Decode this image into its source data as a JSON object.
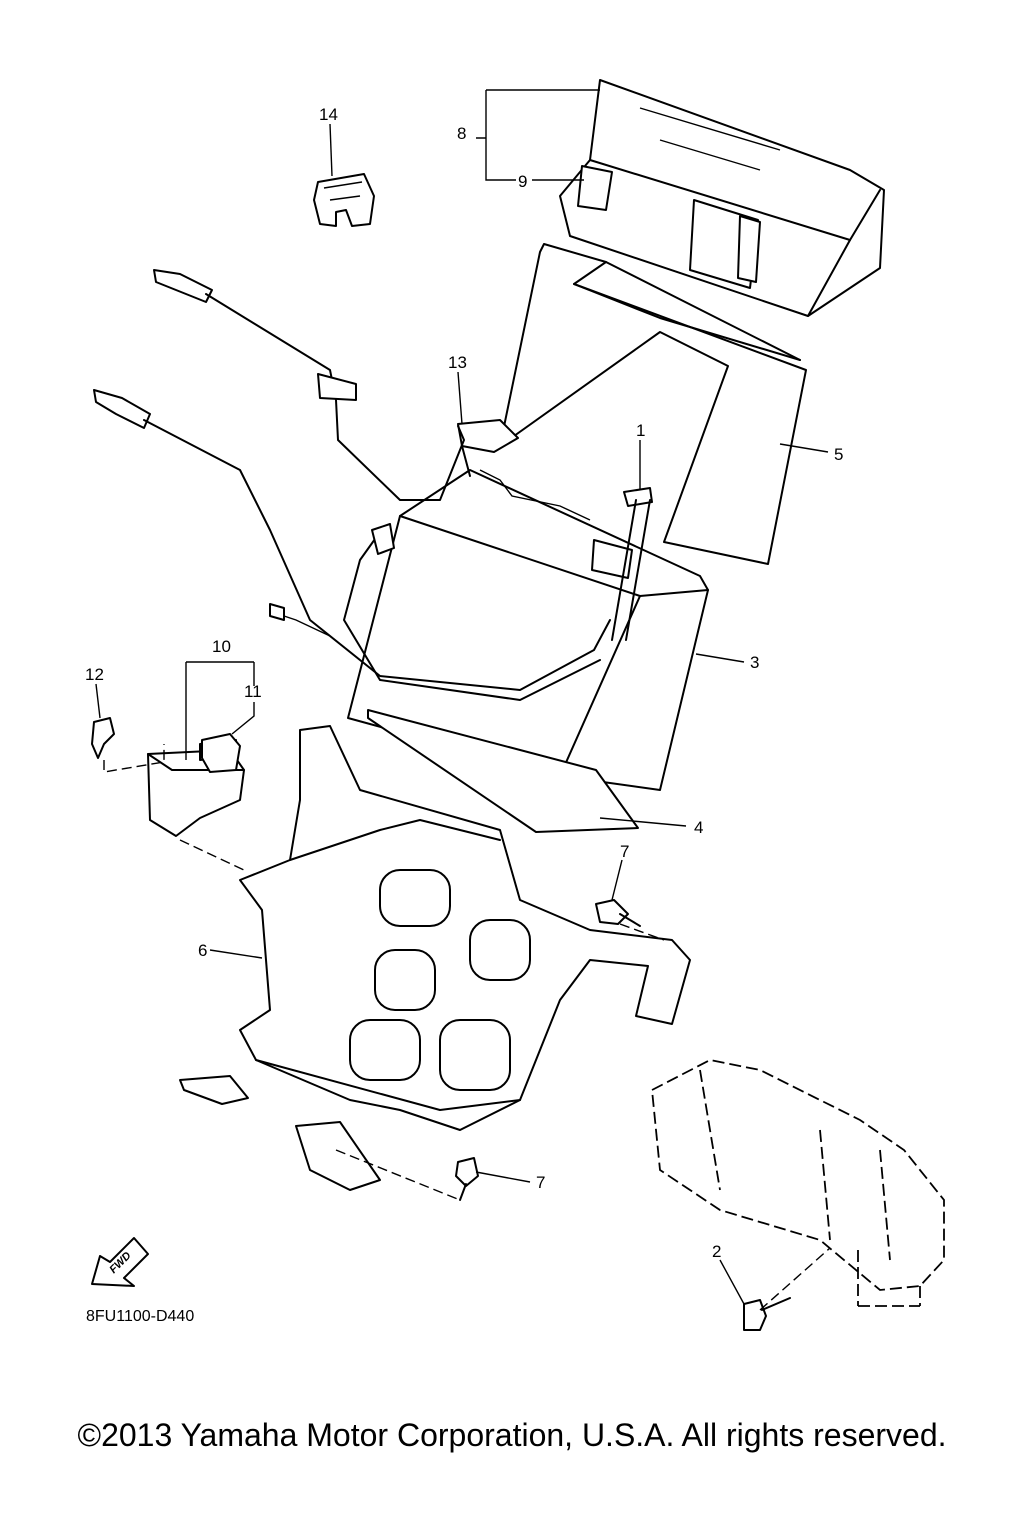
{
  "callouts": {
    "c1": "1",
    "c2": "2",
    "c3": "3",
    "c4": "4",
    "c5": "5",
    "c6": "6",
    "c7a": "7",
    "c7b": "7",
    "c8": "8",
    "c9": "9",
    "c10": "10",
    "c11": "11",
    "c12": "12",
    "c13": "13",
    "c14": "14"
  },
  "fwd_label": "FWD",
  "diagram_code": "8FU1100-D440",
  "copyright": "©2013 Yamaha Motor Corporation, U.S.A. All rights reserved."
}
